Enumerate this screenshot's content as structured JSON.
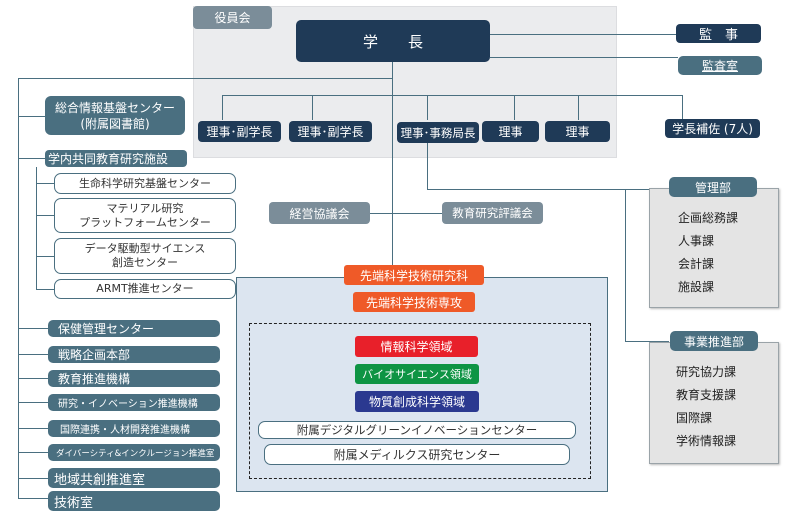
{
  "board": {
    "label": "役員会",
    "president": "学　　長",
    "directors": [
      "理事･副学長",
      "理事･副学長",
      "理事･事務局長",
      "理事",
      "理事"
    ]
  },
  "auditors": {
    "auditor": "監　事",
    "audit_office": "監査室"
  },
  "president_assistants": "学長補佐 (7人)",
  "councils": {
    "management": "経営協議会",
    "education_research": "教育研究評議会"
  },
  "left_units": {
    "info_center": [
      "総合情報基盤センター",
      "(附属図書館)"
    ],
    "shared_facilities": {
      "label": "学内共同教育研究施設",
      "items": [
        {
          "lines": [
            "生命科学研究基盤センター"
          ]
        },
        {
          "lines": [
            "マテリアル研究",
            "プラットフォームセンター"
          ]
        },
        {
          "lines": [
            "データ駆動型サイエンス",
            "創造センター"
          ]
        },
        {
          "lines": [
            "ARMT推進センター"
          ]
        }
      ]
    },
    "offices": [
      "保健管理センター",
      "戦略企画本部",
      "教育推進機構",
      "研究・イノベーション推進機構",
      "国際連携・人材開発推進機構",
      "ダイバーシティ&インクルージョン推進室",
      "地域共創推進室",
      "技術室"
    ]
  },
  "graduate_school": {
    "label": "先端科学技術研究科",
    "major": "先端科学技術専攻",
    "divisions": [
      {
        "label": "情報科学領域",
        "color": "#e8202a"
      },
      {
        "label": "バイオサイエンス領域",
        "color": "#0e9444"
      },
      {
        "label": "物質創成科学領域",
        "color": "#2b3990"
      }
    ],
    "attached": [
      "附属デジタルグリーンイノベーションセンター",
      "附属メディルクス研究センター"
    ]
  },
  "departments": [
    {
      "label": "管理部",
      "sections": [
        "企画総務課",
        "人事課",
        "会計課",
        "施設課"
      ]
    },
    {
      "label": "事業推進部",
      "sections": [
        "研究協力課",
        "教育支援課",
        "国際課",
        "学術情報課"
      ]
    }
  ]
}
